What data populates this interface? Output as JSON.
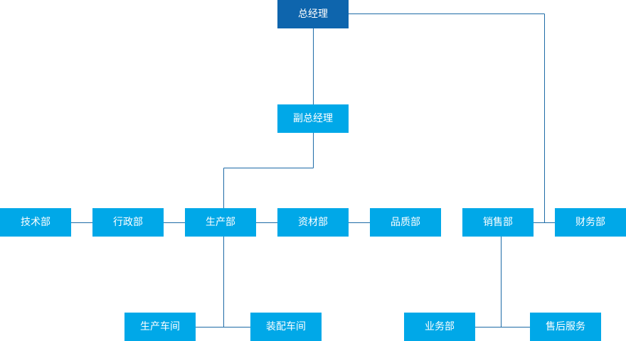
{
  "colors": {
    "top_box": "#0e65ad",
    "box": "#00a8e8",
    "line": "#1c6aa6",
    "text": "#ffffff"
  },
  "org": {
    "general_manager": "总经理",
    "deputy_manager": "副总经理",
    "tech_dept": "技术部",
    "admin_dept": "行政部",
    "production_dept": "生产部",
    "materials_dept": "资材部",
    "quality_dept": "品质部",
    "sales_dept": "销售部",
    "finance_dept": "财务部",
    "production_workshop": "生产车间",
    "assembly_workshop": "装配车间",
    "business_dept": "业务部",
    "after_sales": "售后服务"
  }
}
